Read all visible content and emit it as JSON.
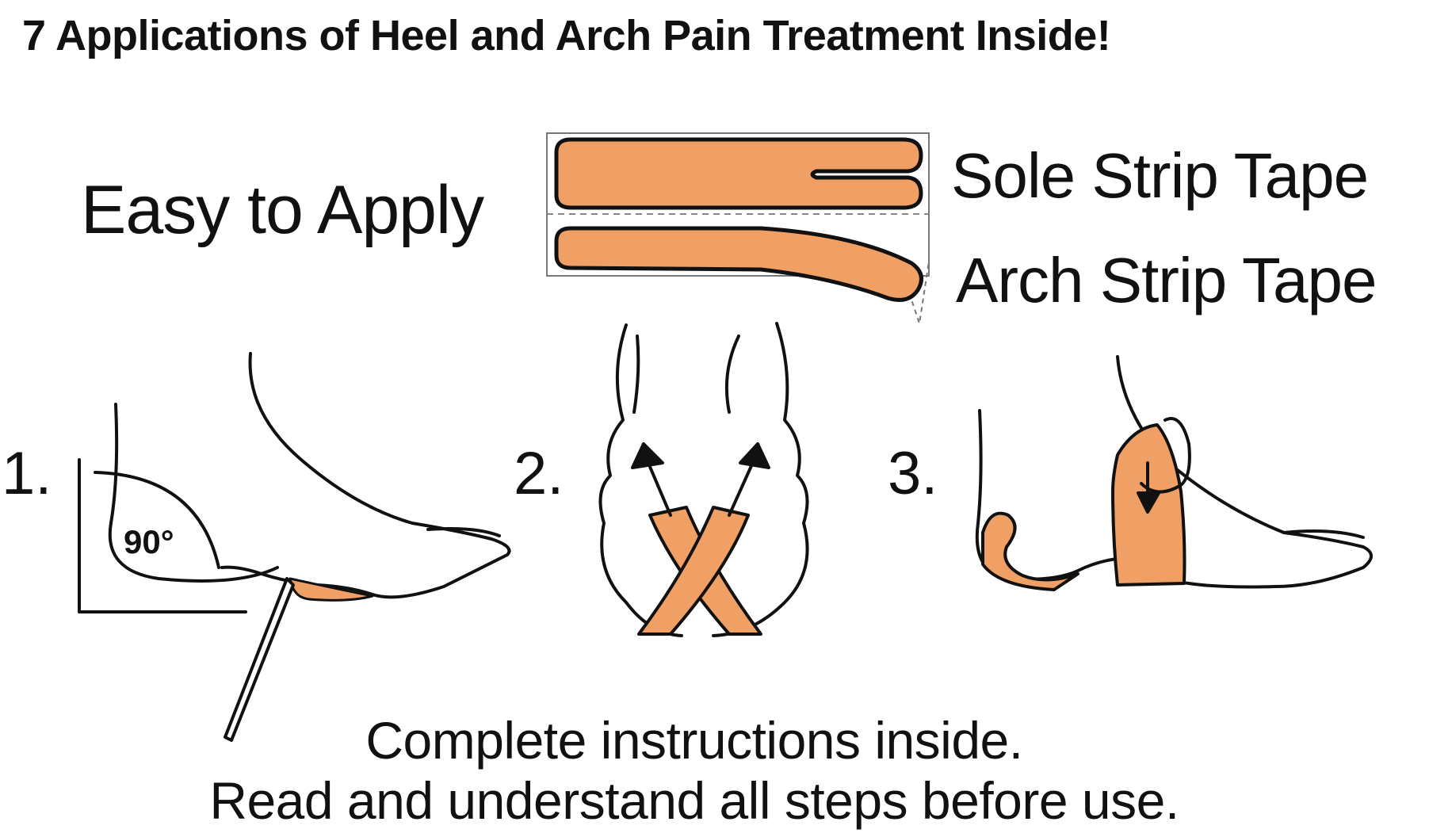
{
  "title": "7 Applications of Heel and Arch Pain Treatment Inside!",
  "easy_label": "Easy to Apply",
  "tapes": {
    "sole_label": "Sole Strip Tape",
    "arch_label": "Arch Strip Tape"
  },
  "steps": [
    {
      "number": "1.",
      "angle_label": "90°"
    },
    {
      "number": "2."
    },
    {
      "number": "3."
    }
  ],
  "footer": {
    "line1": "Complete instructions inside.",
    "line2": "Read and understand all steps before use."
  },
  "colors": {
    "tape": "#F0A064",
    "ink": "#111111"
  }
}
